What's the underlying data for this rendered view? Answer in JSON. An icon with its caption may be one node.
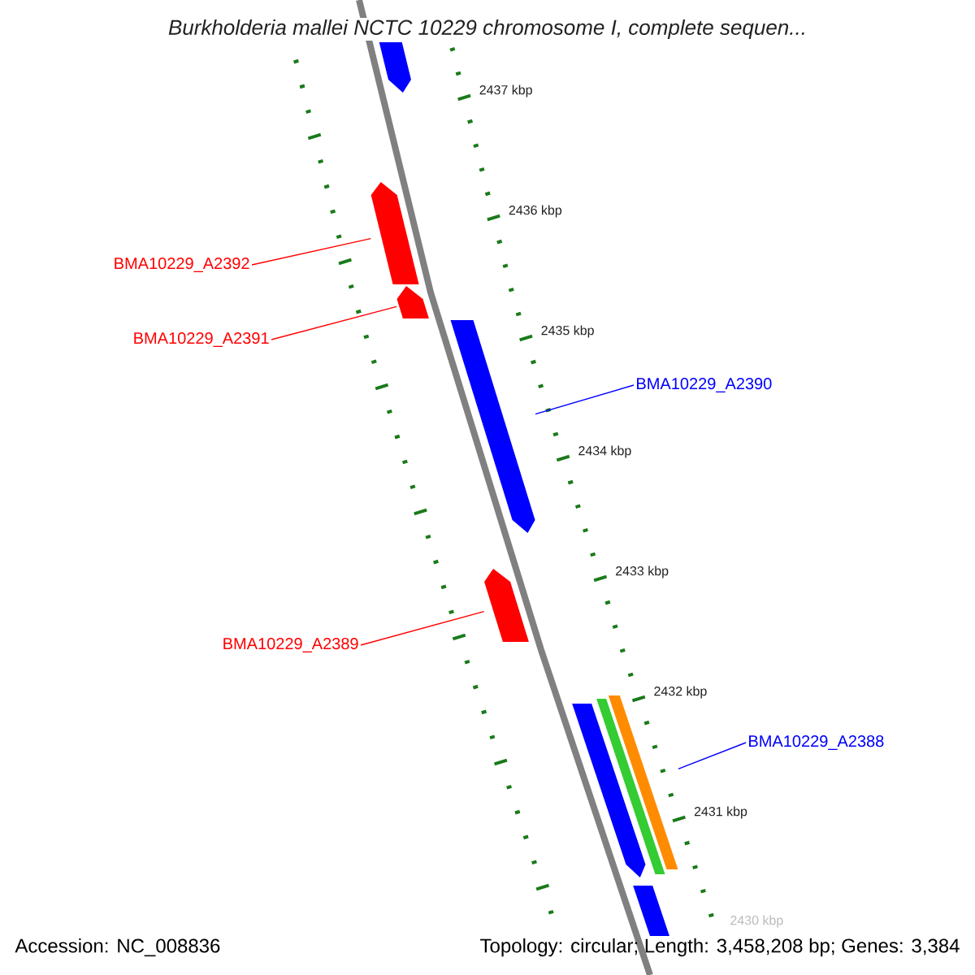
{
  "diagram": {
    "title": "Burkholderia mallei NCTC 10229 chromosome I, complete sequen...",
    "nodes": [
      {
        "text": [],
        "shape": "pentagon"
      },
      {
        "text": [
          "BMA10229_A2392"
        ]
      },
      {
        "text": [],
        "shape": "pentagon"
      },
      {
        "text": [
          "BMA10229_A2391"
        ]
      },
      {
        "text": [],
        "shape": "pentagon"
      },
      {
        "text": [
          "BMA10229_A2390"
        ]
      },
      {
        "text": [],
        "shape": "pentagon"
      },
      {
        "text": [
          "BMA10229_A2389"
        ]
      },
      {
        "text": [],
        "shape": "pentagon"
      },
      {
        "text": [
          "BMA10229_A2388"
        ]
      },
      {
        "text": [],
        "shape": "pentagon"
      },
      {
        "text": [],
        "shape": "bar"
      },
      {
        "text": [],
        "shape": "bar"
      },
      {
        "text": [],
        "shape": "pentagon"
      }
    ],
    "edges": [
      {
        "from": 1,
        "to": 2,
        "arrow": "none"
      },
      {
        "from": 3,
        "to": 4,
        "arrow": "none"
      },
      {
        "from": 5,
        "to": 6,
        "arrow": "none",
        "color": "#0000ff"
      },
      {
        "from": 7,
        "to": 8,
        "arrow": "none"
      },
      {
        "from": 9,
        "to": 12,
        "arrow": "none",
        "color": "#0000ff"
      }
    ],
    "labels": [
      "2437 kbp",
      "2436 kbp",
      "2435 kbp",
      "2434 kbp",
      "2433 kbp",
      "2432 kbp",
      "2431 kbp",
      "2430 kbp",
      "Accession: NC_008836",
      "Topology: circular; Length: 3,458,208 bp; Genes: 3,384"
    ]
  }
}
